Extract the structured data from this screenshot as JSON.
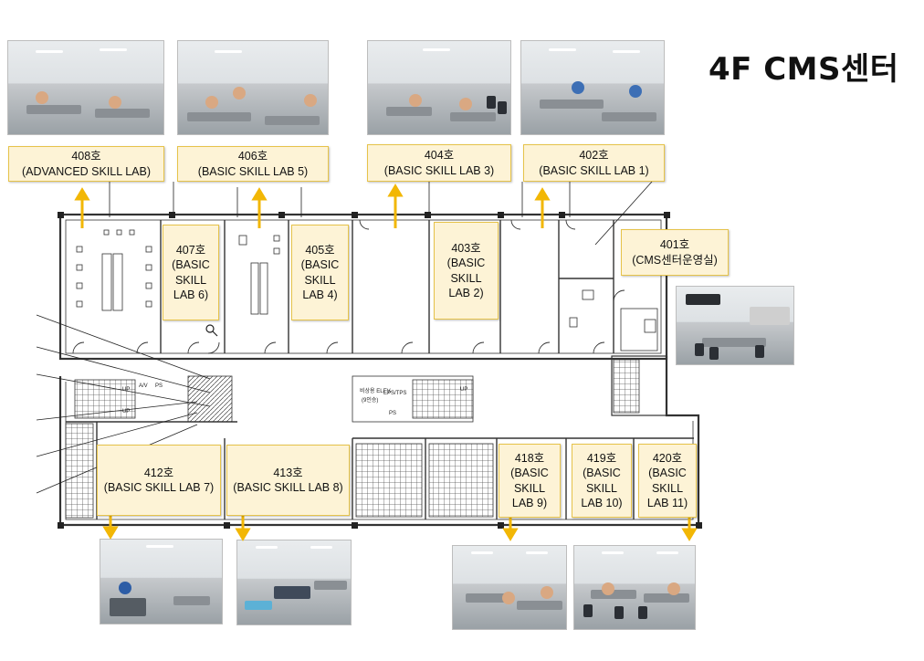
{
  "title": "4F  CMS센터",
  "rooms": {
    "r408": "408호\n(ADVANCED SKILL LAB)",
    "r406": "406호\n(BASIC SKILL LAB 5)",
    "r404": "404호\n(BASIC SKILL LAB 3)",
    "r402": "402호\n(BASIC SKILL LAB 1)",
    "r407": "407호\n(BASIC\nSKILL\nLAB 6)",
    "r405": "405호\n(BASIC\nSKILL\nLAB 4)",
    "r403": "403호\n(BASIC\nSKILL\nLAB 2)",
    "r401": "401호\n(CMS센터운영실)",
    "r412": "412호\n(BASIC SKILL LAB 7)",
    "r413": "413호\n(BASIC SKILL LAB 8)",
    "r418": "418호\n(BASIC\nSKILL\nLAB 9)",
    "r419": "419호\n(BASIC\nSKILL\nLAB 10)",
    "r420": "420호\n(BASIC\nSKILL\nLAB 11)"
  },
  "plan_marks": {
    "up1": "UP",
    "up2": "UP",
    "av": "A/V",
    "ps1": "PS",
    "elev": "비상용 ELEV.",
    "elev_sub": "(9인승)",
    "ps2": "EPS/TPS",
    "ps3": "PS",
    "up3": "UP"
  },
  "colors": {
    "label_bg": "#fdf3d6",
    "label_border": "#e6c34a",
    "arrow": "#f2b705",
    "wall": "#333333"
  }
}
